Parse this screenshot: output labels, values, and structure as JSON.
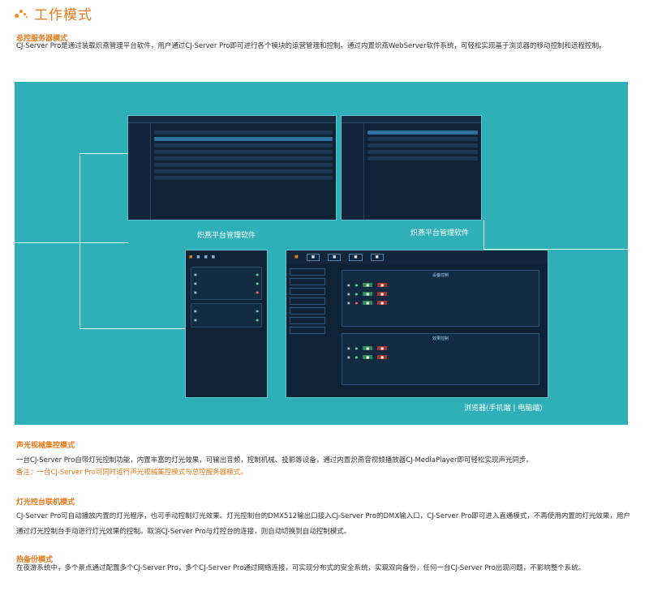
{
  "page_title": "工作模式",
  "colors": {
    "accent": "#e8791a",
    "panel": "#2fb0b8",
    "screen": "#0f2236"
  },
  "sections": {
    "server_mode": {
      "heading": "总控服务器模式",
      "body": "CJ-Server Pro是通过装载炽燕管理平台软件，用户通过CJ-Server Pro即可进行各个模块的运营管理和控制。通过内置炽燕WebServer软件系统，可轻松实现基于浏览器的移动控制和远程控制。"
    },
    "av_mode": {
      "heading": "声光视械集控模式",
      "body": "一台CJ-Server Pro自带灯光控制功能，内置丰富的灯光效果，可输出音频，控制机械、投影等设备，通过内置炽燕音视频播放器CJ-MediaPlayer即可轻松实现声光同步。",
      "note": "备注：一台CJ-Server Pro可同时运行声光视械集控模式与总控服务器模式。"
    },
    "console_mode": {
      "heading": "灯光控台联机模式",
      "body": "CJ-Server Pro可自动播放内置的灯光程序，也可手动控制灯光效果。灯光控制台的DMX512输出口接入CJ-Server Pro的DMX输入口，CJ-Server Pro即可进入直通模式，不再使用内置的灯光效果，用户通过灯光控制台手动进行灯光效果的控制。取消CJ-Server Pro与灯控台的连接，则自动切换到自动控制模式。"
    },
    "backup_mode": {
      "heading": "热备份模式",
      "body": "在夜游系统中，多个景点通过配置多个CJ-Server Pro，多个CJ-Server Pro通过网络连接，可实现分布式的安全系统，实现双向备份，任何一台CJ-Server Pro出现问题，不影响整个系统。"
    }
  },
  "diagram": {
    "caption_platform": "炽燕平台管理软件",
    "caption_browser": "浏览器(手机端 | 电脑端)",
    "desktop_panel1": "设备控制",
    "desktop_panel2": "效果控制"
  }
}
